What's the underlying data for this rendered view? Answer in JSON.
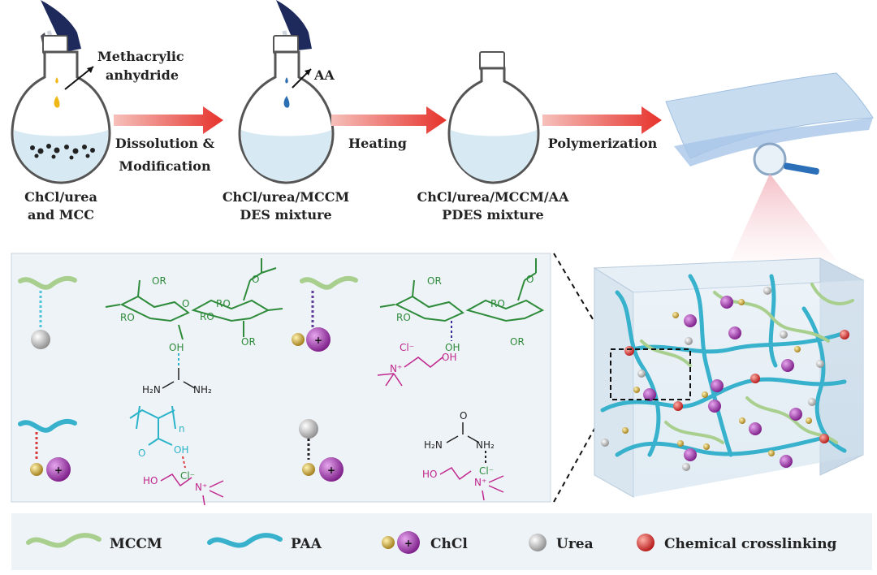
{
  "process": {
    "reagent1": [
      "Methacrylic",
      "anhydride"
    ],
    "reagent2": "AA",
    "arrow1": [
      "Dissolution &",
      "Modification"
    ],
    "arrow2": "Heating",
    "arrow3": "Polymerization",
    "flask1": [
      "ChCl/urea",
      "and MCC"
    ],
    "flask2": [
      "ChCl/urea/MCCM",
      "DES mixture"
    ],
    "flask3": [
      "ChCl/urea/MCCM/AA",
      "PDES mixture"
    ]
  },
  "structures": {
    "or": "OR",
    "oh": "OH",
    "ro": "RO",
    "o": "O",
    "cl": "Cl⁻",
    "ho": "HO",
    "n_plus": "N⁺",
    "h2n": "H₂N",
    "nh2": "NH₂",
    "n_sub": "n",
    "plus": "+"
  },
  "legend": {
    "mccm": "MCCM",
    "paa": "PAA",
    "chcl": "ChCl",
    "urea": "Urea",
    "crosslink": "Chemical crosslinking"
  },
  "colors": {
    "mccm": "#a9cf8f",
    "paa": "#37b1cc",
    "chcl_ball": "#c9a33a",
    "chcl_ion": "#9b3aa5",
    "urea": "#d0d0d0",
    "crosslink": "#d83a3a",
    "arrow": "#e6322b",
    "structure_green": "#2e8b3a",
    "structure_magenta": "#c0268c",
    "structure_cyan": "#2ab3c9"
  }
}
